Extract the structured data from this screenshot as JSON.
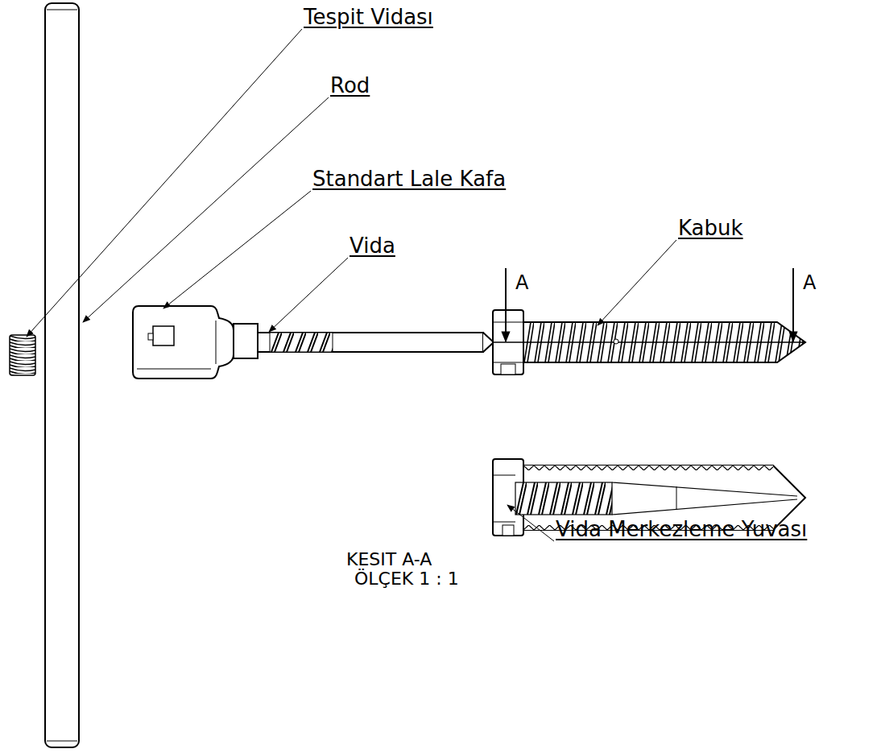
{
  "diagram": {
    "labels": [
      "Tespit Vidası",
      "Rod",
      "Standart Lale Kafa",
      "Vida",
      "Kabuk",
      "A",
      "A",
      "Vida Merkezleme Yuvası",
      "KESIT A-A",
      "ÖLÇEK 1 : 1"
    ]
  }
}
